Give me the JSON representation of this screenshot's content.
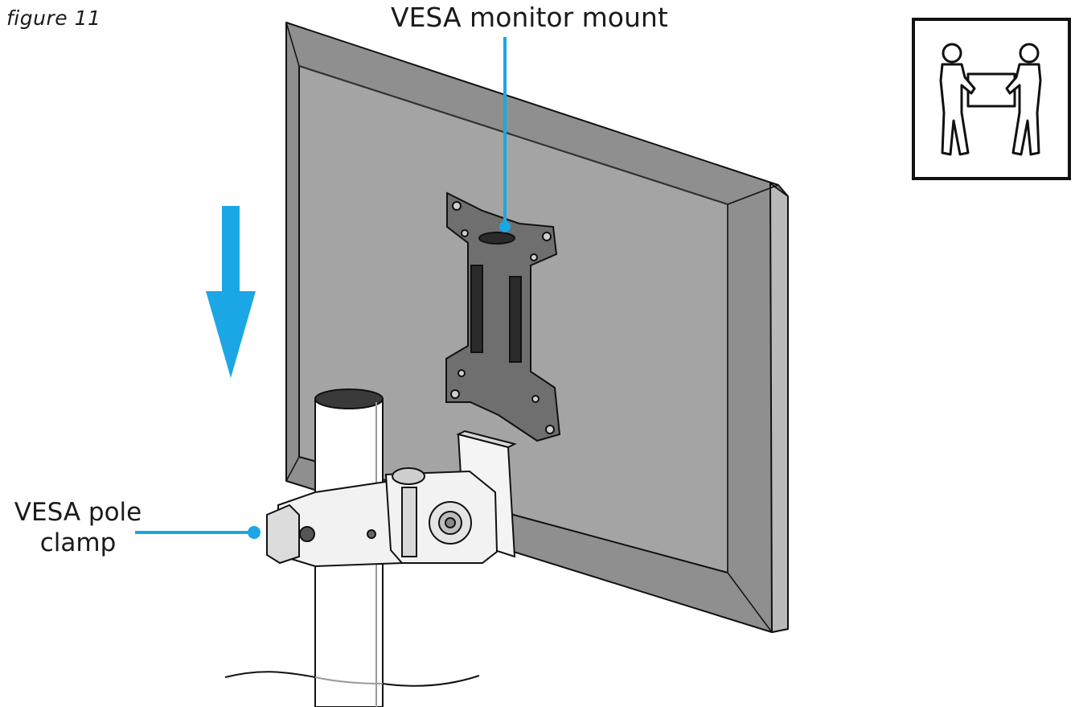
{
  "figure_label": "figure 11",
  "labels": {
    "vesa_monitor_mount": "VESA monitor mount",
    "vesa_pole_clamp_line1": "VESA pole",
    "vesa_pole_clamp_line2": "clamp"
  },
  "icons": {
    "two_person_lift": "two-person-lift-icon",
    "down_arrow": "down-arrow-icon"
  },
  "colors": {
    "accent": "#1ba7e6",
    "monitor_back": "#a3a3a3",
    "monitor_bezel": "#8a8a8a",
    "line": "#111111"
  }
}
